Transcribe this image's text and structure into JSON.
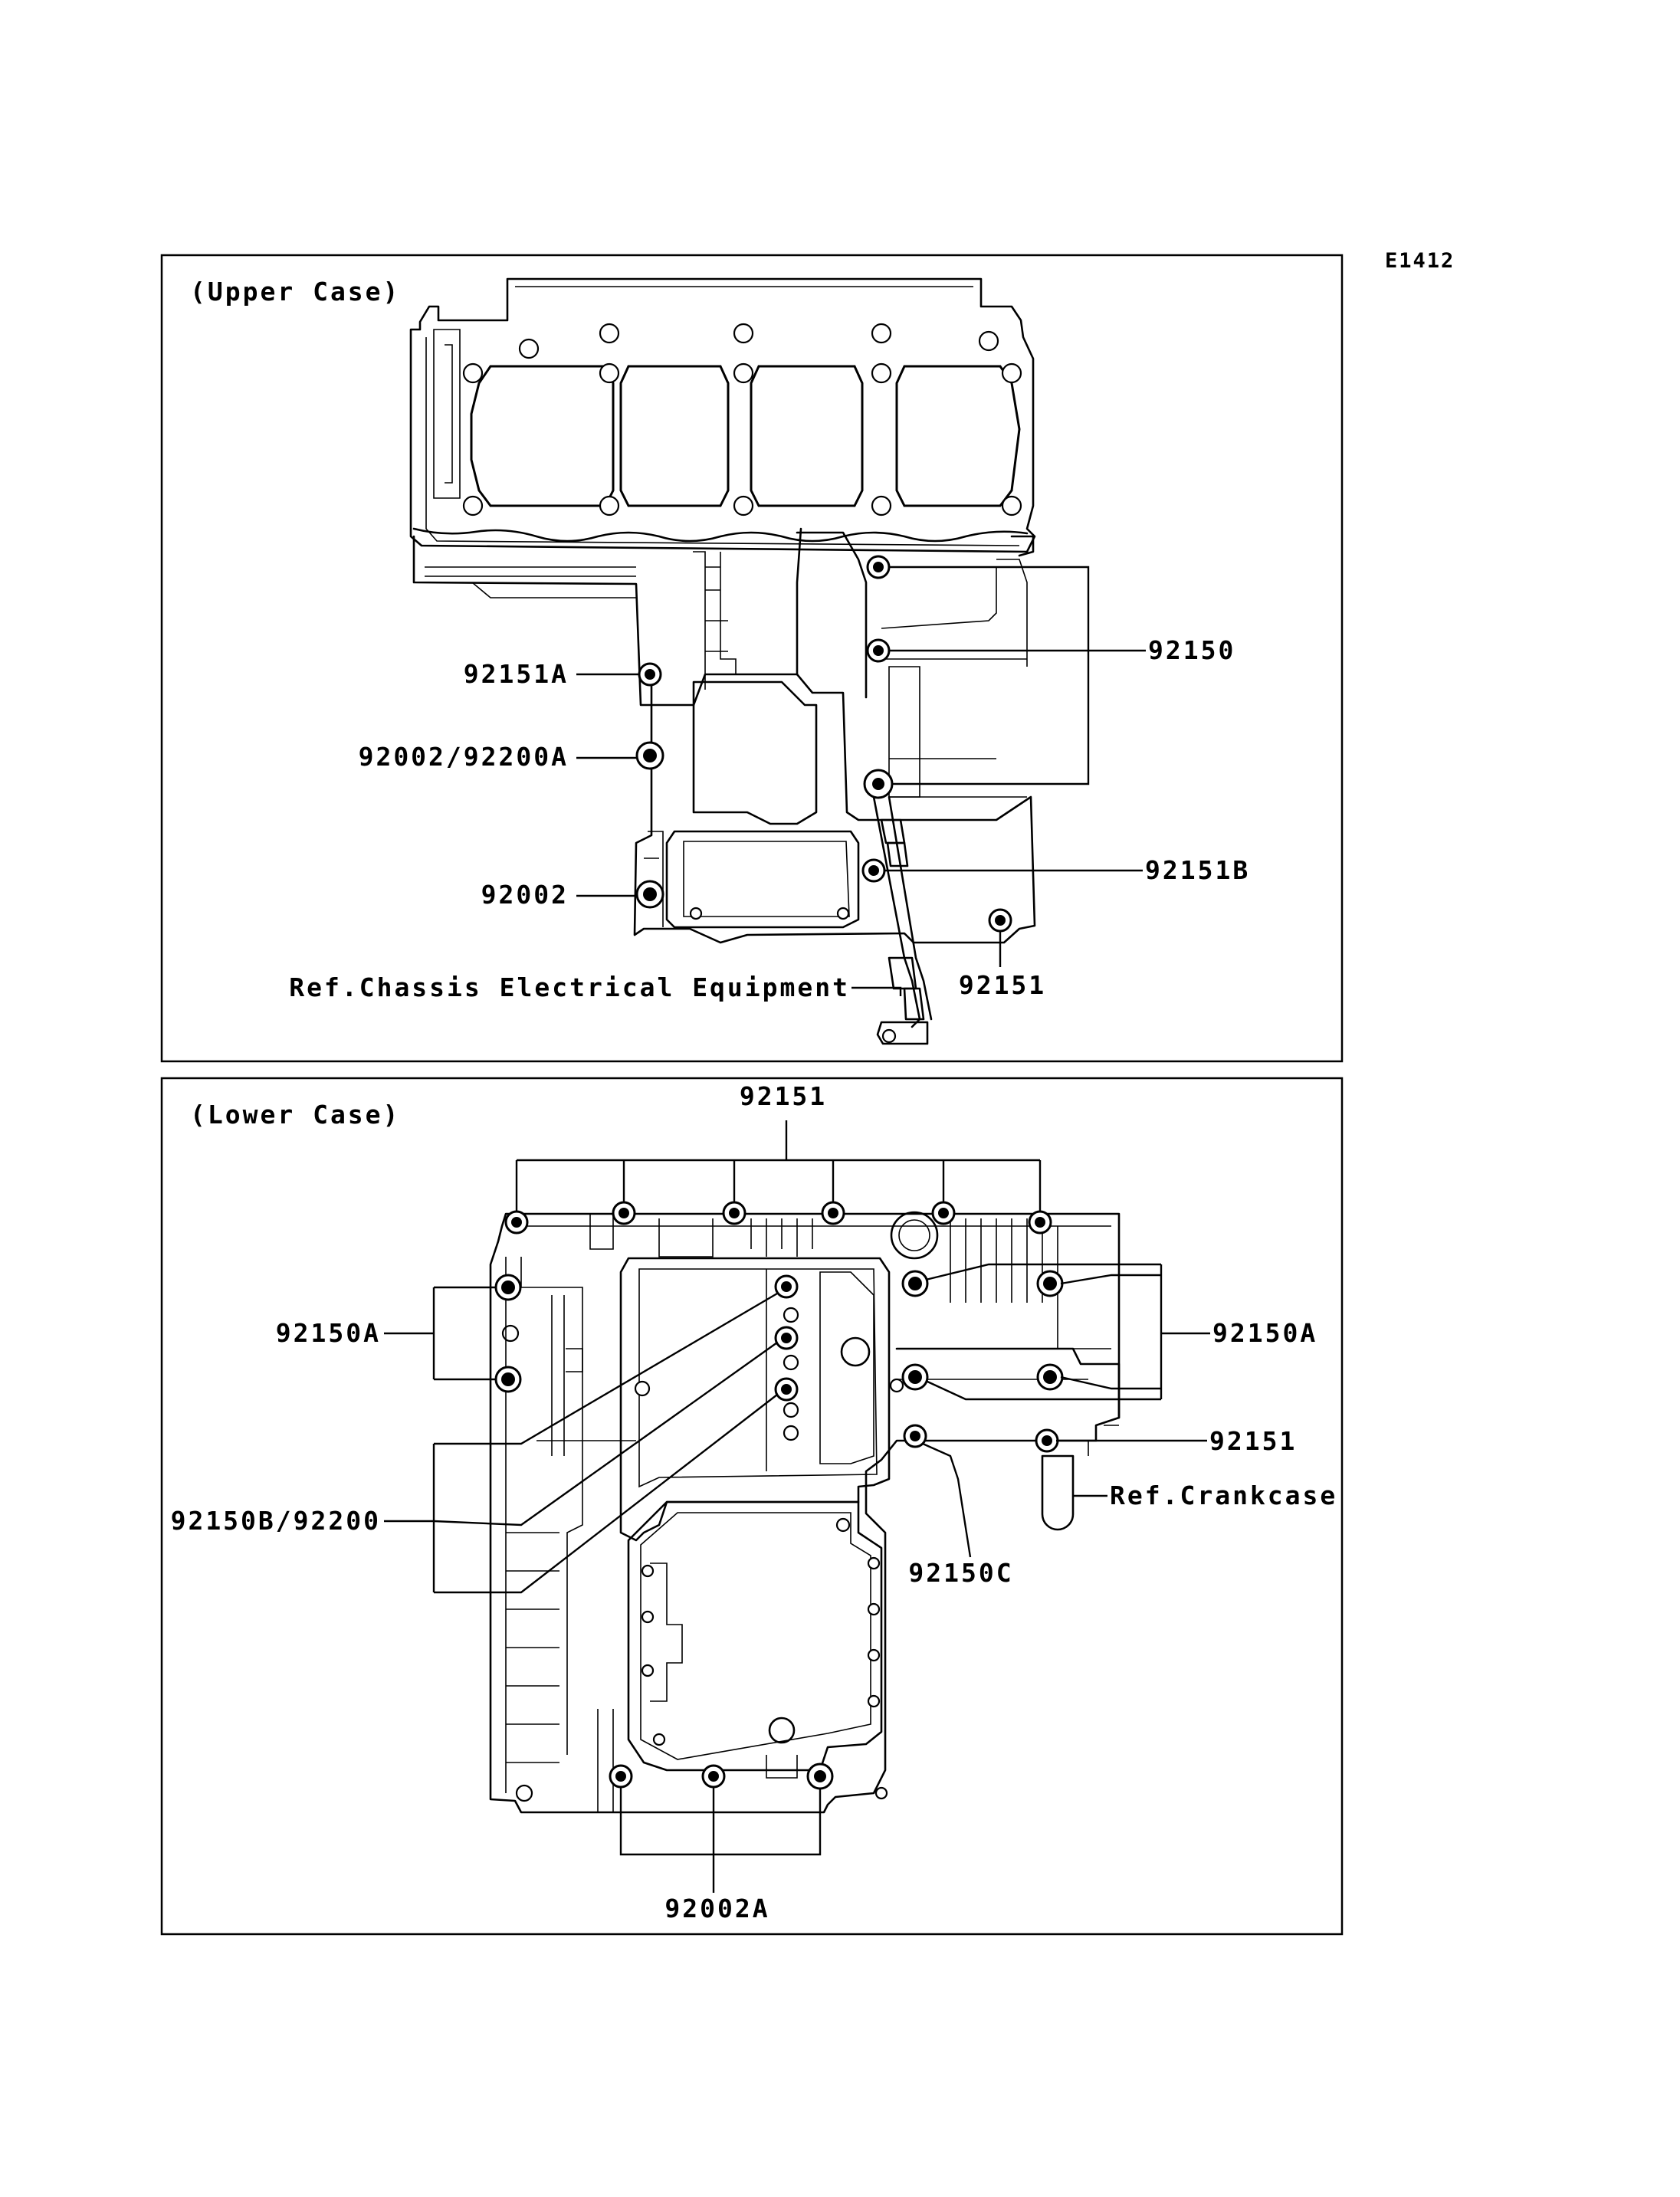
{
  "diagram_code": "E1412",
  "upper_panel": {
    "title": "(Upper Case)",
    "labels": {
      "p92151A": "92151A",
      "p92002_92200A": "92002/92200A",
      "p92002": "92002",
      "p92150": "92150",
      "p92151B": "92151B",
      "p92151": "92151",
      "ref_chassis": "Ref.Chassis Electrical Equipment"
    }
  },
  "lower_panel": {
    "title": "(Lower Case)",
    "labels": {
      "p92151_top": "92151",
      "p92150A_left": "92150A",
      "p92150A_right": "92150A",
      "p92150B_92200": "92150B/92200",
      "p92151_right": "92151",
      "ref_crankcase": "Ref.Crankcase",
      "p92150C": "92150C",
      "p92002A": "92002A"
    }
  }
}
